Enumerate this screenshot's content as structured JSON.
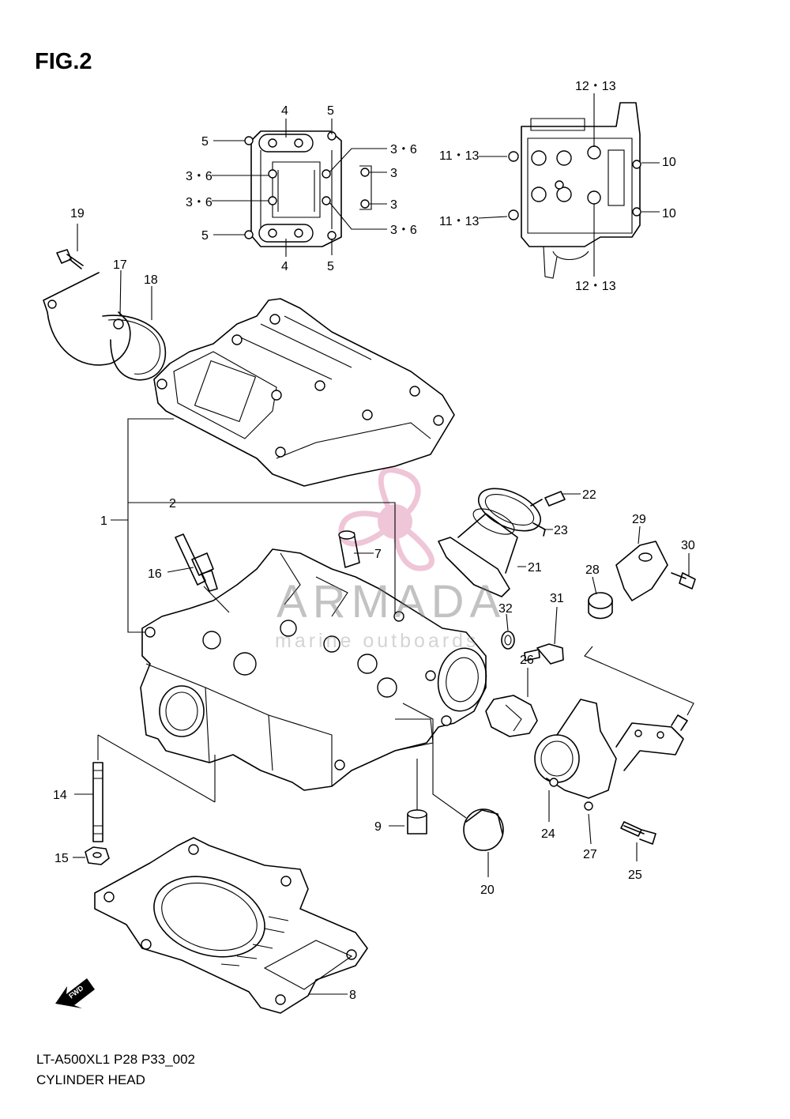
{
  "figure": {
    "title": "FIG.2",
    "code": "LT-A500XL1 P28 P33_002",
    "name": "CYLINDER HEAD"
  },
  "watermark": {
    "brand": "ARMADA",
    "tagline": "marine outboards",
    "color": "#e8a7c4"
  },
  "callouts": {
    "c1": "1",
    "c2": "2",
    "c7": "7",
    "c8": "8",
    "c9": "9",
    "c14": "14",
    "c15": "15",
    "c16": "16",
    "c17": "17",
    "c18": "18",
    "c19": "19",
    "c20": "20",
    "c21": "21",
    "c22": "22",
    "c23": "23",
    "c24": "24",
    "c25": "25",
    "c26": "26",
    "c27": "27",
    "c28": "28",
    "c29": "29",
    "c30": "30",
    "c31": "31",
    "c32": "32"
  },
  "cover_inset": {
    "top_4": "4",
    "bottom_4": "4",
    "top_left_5": "5",
    "top_right_5": "5",
    "bottom_left_5": "5",
    "bottom_right_5": "5",
    "left_36_a": "3・6",
    "left_36_b": "3・6",
    "right_36_a": "3・6",
    "right_36_b": "3・6",
    "right_3_a": "3",
    "right_3_b": "3"
  },
  "head_inset": {
    "top_1213": "12・13",
    "bottom_1213": "12・13",
    "left_1113_a": "11・13",
    "left_1113_b": "11・13",
    "right_10_a": "10",
    "right_10_b": "10"
  },
  "fwd_label": "FWD"
}
